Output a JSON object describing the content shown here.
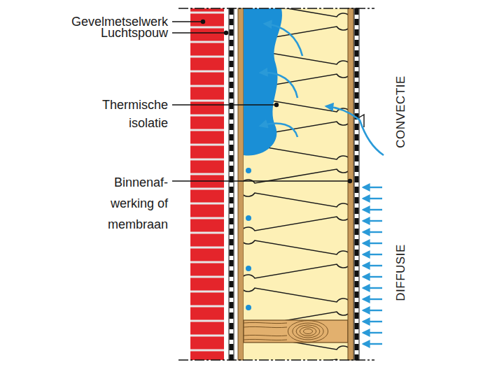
{
  "diagram": {
    "labels": [
      "Gevelmetselwerk",
      "Luchtspouw",
      "Thermische isolatie",
      "Binnenaf-werking of membraan",
      "CONVECTIE",
      "DIFFUSIE"
    ]
  }
}
